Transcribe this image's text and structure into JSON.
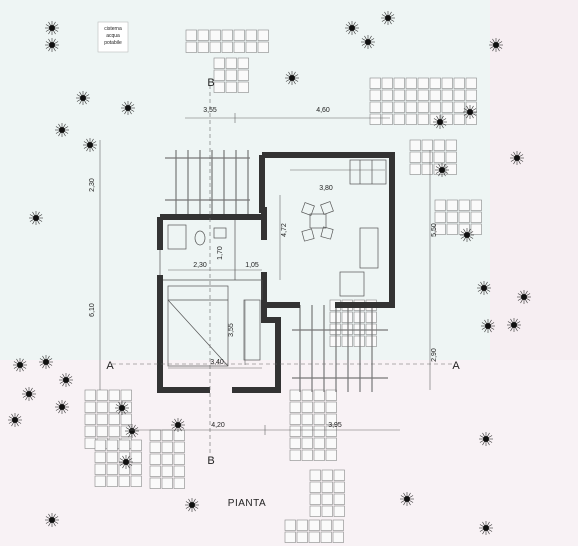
{
  "sheet": {
    "title": "PIANTA",
    "note_lines": [
      "cisterna",
      "acqua",
      "potabile"
    ]
  },
  "section_marks": {
    "a_left": "A",
    "a_right": "A",
    "b_top": "B",
    "b_bottom": "B"
  },
  "dimensions": {
    "top_left": "3,55",
    "top_right": "4,60",
    "left_upper": "2,30",
    "left_total": "6,10",
    "right_upper": "5,50",
    "right_lower": "2,90",
    "bottom_left": "4,20",
    "bottom_right": "3,95",
    "kitchen_width": "3,80",
    "kitchen_depth": "4,72",
    "bath_height": "1,70",
    "bath_width": "2,30",
    "corridor_width": "1,05",
    "bedroom_depth": "3,55",
    "bedroom_width": "3,40"
  },
  "colors": {
    "background": "#ffffff",
    "wall": "#333333",
    "paving": "#888888",
    "tint_pink": "#f6eef2",
    "tint_teal": "#eef5f4"
  }
}
